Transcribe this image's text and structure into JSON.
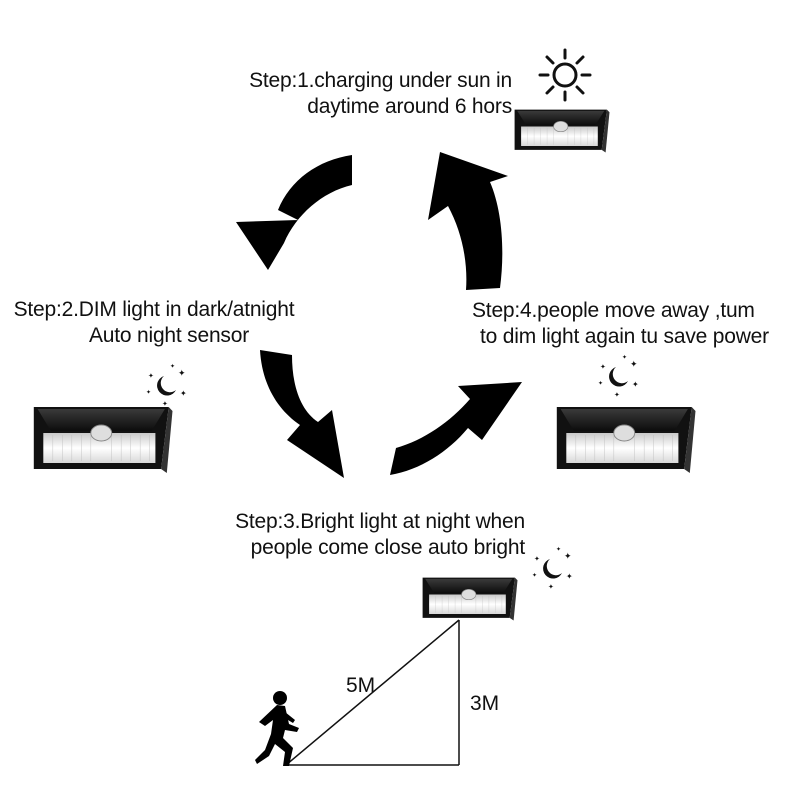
{
  "steps": {
    "step1": {
      "line1": "Step:1.charging under sun in",
      "line2": "daytime around 6 hors"
    },
    "step2": {
      "line1": "Step:2.DIM light in dark/atnight",
      "line2": "Auto night sensor"
    },
    "step3": {
      "line1": "Step:3.Bright light at night when",
      "line2": "people come close auto bright"
    },
    "step4": {
      "line1": "Step:4.people move away ,tum",
      "line2": "to dim light again tu save power"
    }
  },
  "diagram": {
    "hypotenuse_label": "5M",
    "height_label": "3M"
  },
  "icons": [
    "sun-icon",
    "moon-stars-icon",
    "running-person-icon",
    "solar-wall-light"
  ],
  "colors": {
    "arrow": "#000000",
    "lamp_body": "#1a1a1a",
    "lamp_light": "#f2f2f2"
  }
}
